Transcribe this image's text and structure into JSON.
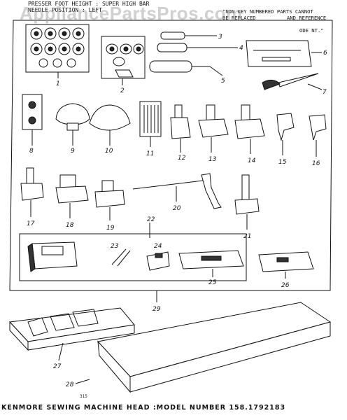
{
  "header": {
    "line1": "PRESSER FOOT HEIGHT : SUPER HIGH BAR",
    "line2": "NEEDLE POSITION : LEFT"
  },
  "callout": {
    "line1": "\"NON KEY NUMBERED PARTS CANNOT",
    "line2": "BE REPLACED",
    "line3": "AND REFERENCE",
    "line4": "ODE NT.\""
  },
  "watermark": "AppliancePartsPros.com",
  "footer": "KENMORE SEWING MACHINE HEAD :MODEL NUMBER 158.1792183",
  "small_code": "315",
  "labels": [
    "1",
    "2",
    "3",
    "4",
    "5",
    "6",
    "7",
    "8",
    "9",
    "10",
    "11",
    "12",
    "13",
    "14",
    "15",
    "16",
    "17",
    "18",
    "19",
    "20",
    "21",
    "22",
    "23",
    "24",
    "25",
    "26",
    "27",
    "28",
    "29"
  ]
}
